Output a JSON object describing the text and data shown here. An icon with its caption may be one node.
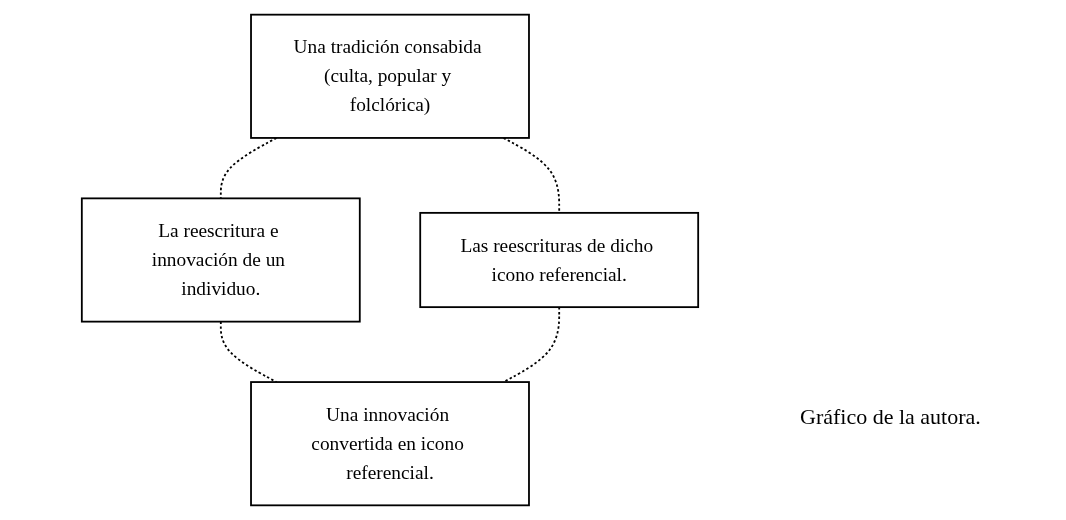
{
  "diagram": {
    "caption": "Gráfico de la autora.",
    "nodes": [
      {
        "text": [
          "Una tradición consabida (culta, popular y folclórica)"
        ]
      },
      {
        "text": [
          "La reescritura e innovación de un individuo."
        ]
      },
      {
        "text": [
          "Las reescrituras de dicho icono referencial."
        ]
      },
      {
        "text": [
          "Una innovación convertida en icono referencial."
        ]
      }
    ],
    "edges": [
      {
        "from": 0,
        "to": 1,
        "arrow": "none",
        "style": "dashed"
      },
      {
        "from": 0,
        "to": 2,
        "arrow": "none",
        "style": "dashed"
      },
      {
        "from": 1,
        "to": 3,
        "arrow": "none",
        "style": "dashed"
      },
      {
        "from": 2,
        "to": 3,
        "arrow": "none",
        "style": "dashed"
      }
    ]
  }
}
